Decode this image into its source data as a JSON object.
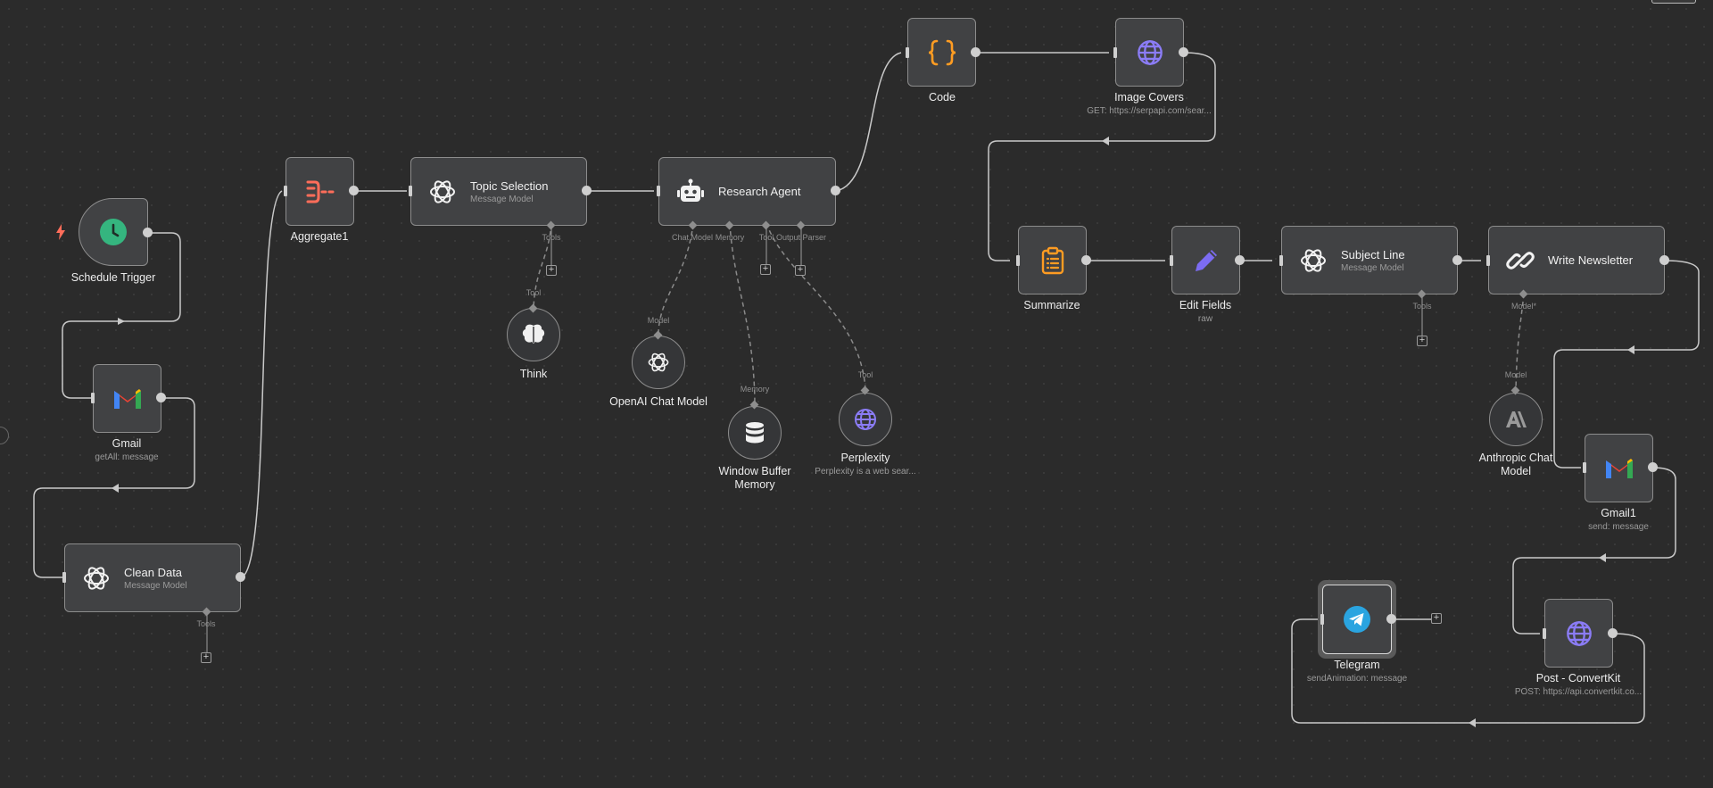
{
  "nodes": {
    "schedule_trigger": {
      "title": "Schedule Trigger"
    },
    "gmail": {
      "title": "Gmail",
      "subtitle": "getAll: message"
    },
    "clean_data": {
      "title": "Clean Data",
      "subtitle": "Message Model"
    },
    "aggregate1": {
      "title": "Aggregate1"
    },
    "topic_selection": {
      "title": "Topic Selection",
      "subtitle": "Message Model"
    },
    "research_agent": {
      "title": "Research Agent"
    },
    "think": {
      "title": "Think"
    },
    "openai_chat_model": {
      "title": "OpenAI Chat Model"
    },
    "window_buffer_memory": {
      "title_line1": "Window Buffer",
      "title_line2": "Memory"
    },
    "perplexity": {
      "title": "Perplexity",
      "subtitle": "Perplexity is a web sear..."
    },
    "code": {
      "title": "Code"
    },
    "image_covers": {
      "title": "Image Covers",
      "subtitle": "GET: https://serpapi.com/sear..."
    },
    "summarize": {
      "title": "Summarize"
    },
    "edit_fields": {
      "title": "Edit Fields",
      "subtitle": "raw"
    },
    "subject_line": {
      "title": "Subject Line",
      "subtitle": "Message Model"
    },
    "write_newsletter": {
      "title": "Write Newsletter"
    },
    "anthropic_chat_model": {
      "title_line1": "Anthropic Chat",
      "title_line2": "Model"
    },
    "gmail1": {
      "title": "Gmail1",
      "subtitle": "send: message"
    },
    "post_convertkit": {
      "title": "Post - ConvertKit",
      "subtitle": "POST: https://api.convertkit.co..."
    },
    "telegram": {
      "title": "Telegram",
      "subtitle": "sendAnimation: message"
    }
  },
  "ports": {
    "tools": "Tools",
    "tool": "Tool",
    "model": "Model",
    "model_required": "Model*",
    "memory": "Memory",
    "chat_model": "Chat Model",
    "output_parser": "Output Parser",
    "plus": "+"
  },
  "colors": {
    "canvas": "#2b2b2b",
    "node_bg": "#414244",
    "node_border": "#8c8c8c",
    "wire": "#c9c9c9",
    "sub_wire": "#8a8a8a",
    "trigger_green": "#35b57f",
    "bolt": "#ff6d5a",
    "aggregate_red": "#ff6d5a",
    "code_orange": "#ff9c22",
    "globe_purple": "#8b7cf6",
    "pencil_purple": "#7c6cf2",
    "telegram_blue": "#2aa4e0"
  }
}
